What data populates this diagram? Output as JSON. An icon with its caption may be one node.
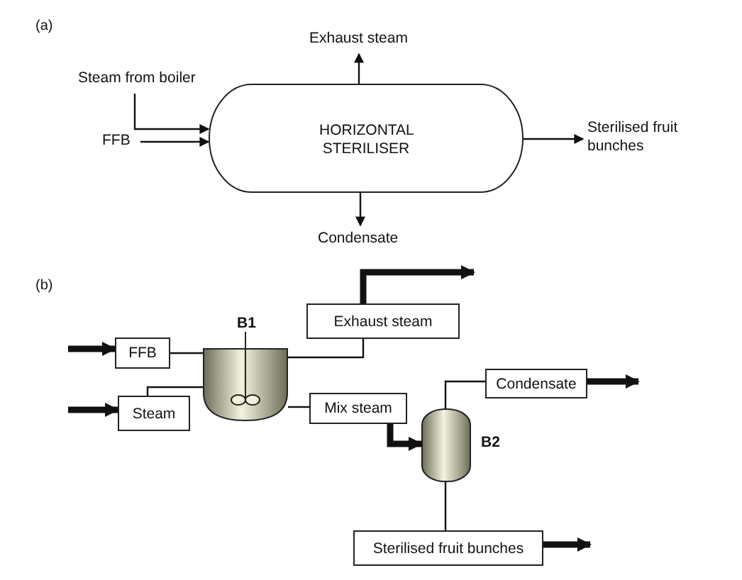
{
  "diagram": {
    "nodes": [
      {
        "text": [
          "Steam from boiler"
        ]
      },
      {
        "text": [
          "FFB"
        ]
      },
      {
        "text": [
          "HORIZONTAL STERILISER"
        ]
      },
      {
        "text": [
          "Exhaust steam"
        ]
      },
      {
        "text": [
          "Condensate"
        ]
      },
      {
        "text": [
          "Sterilised fruit bunches"
        ]
      },
      {
        "text": [
          "FFB"
        ]
      },
      {
        "text": [
          "Steam"
        ]
      },
      {
        "text": [
          "B1"
        ]
      },
      {
        "text": [
          "Exhaust steam"
        ]
      },
      {
        "text": [
          "Mix steam"
        ]
      },
      {
        "text": [
          "B2"
        ]
      },
      {
        "text": [
          "Condensate"
        ]
      },
      {
        "text": [
          "Sterilised fruit bunches"
        ]
      }
    ],
    "edges": [
      {
        "from": 0,
        "to": 2,
        "arrow": "to"
      },
      {
        "from": 1,
        "to": 2,
        "arrow": "to"
      },
      {
        "from": 2,
        "to": 3,
        "arrow": "to"
      },
      {
        "from": 2,
        "to": 4,
        "arrow": "to"
      },
      {
        "from": 2,
        "to": 5,
        "arrow": "to"
      },
      {
        "from": null,
        "to": 6,
        "arrow": "to",
        "style": "thick"
      },
      {
        "from": null,
        "to": 7,
        "arrow": "to",
        "style": "thick"
      },
      {
        "from": 6,
        "to": 8,
        "arrow": "none"
      },
      {
        "from": 7,
        "to": 8,
        "arrow": "none"
      },
      {
        "from": 8,
        "to": 9,
        "arrow": "none"
      },
      {
        "from": 9,
        "to": null,
        "arrow": "to",
        "style": "thick"
      },
      {
        "from": 8,
        "to": 10,
        "arrow": "none"
      },
      {
        "from": 10,
        "to": 11,
        "arrow": "to",
        "style": "thick"
      },
      {
        "from": 11,
        "to": 12,
        "arrow": "none"
      },
      {
        "from": 12,
        "to": null,
        "arrow": "to",
        "style": "thick"
      },
      {
        "from": 11,
        "to": 13,
        "arrow": "none"
      },
      {
        "from": 13,
        "to": null,
        "arrow": "to",
        "style": "thick"
      }
    ],
    "labels": [
      "(a)",
      "(b)"
    ]
  }
}
